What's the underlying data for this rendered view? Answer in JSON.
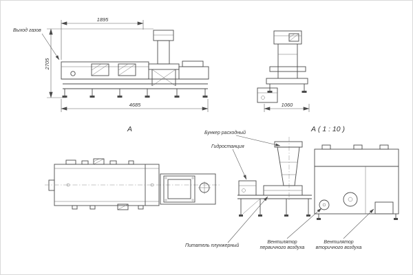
{
  "drawing": {
    "callouts": {
      "gas_outlet": "Выход газов",
      "hopper": "Бункер расходный",
      "hydrostation": "Гидростанция",
      "feeder": "Питатель плунжерный",
      "fan_primary_line1": "Вентилятор",
      "fan_primary_line2": "первичного воздуха",
      "fan_secondary_line1": "Вентилятор",
      "fan_secondary_line2": "вторичного воздуха"
    },
    "views": {
      "plan_label": "А",
      "detail_label": "А ( 1 : 10 )"
    },
    "dimensions": {
      "dim_top": "1895",
      "dim_left": "2705",
      "dim_bottom": "4685",
      "dim_end": "1060"
    },
    "colors": {
      "line": "#4a4a4a",
      "text": "#333333",
      "background": "#ffffff"
    }
  }
}
